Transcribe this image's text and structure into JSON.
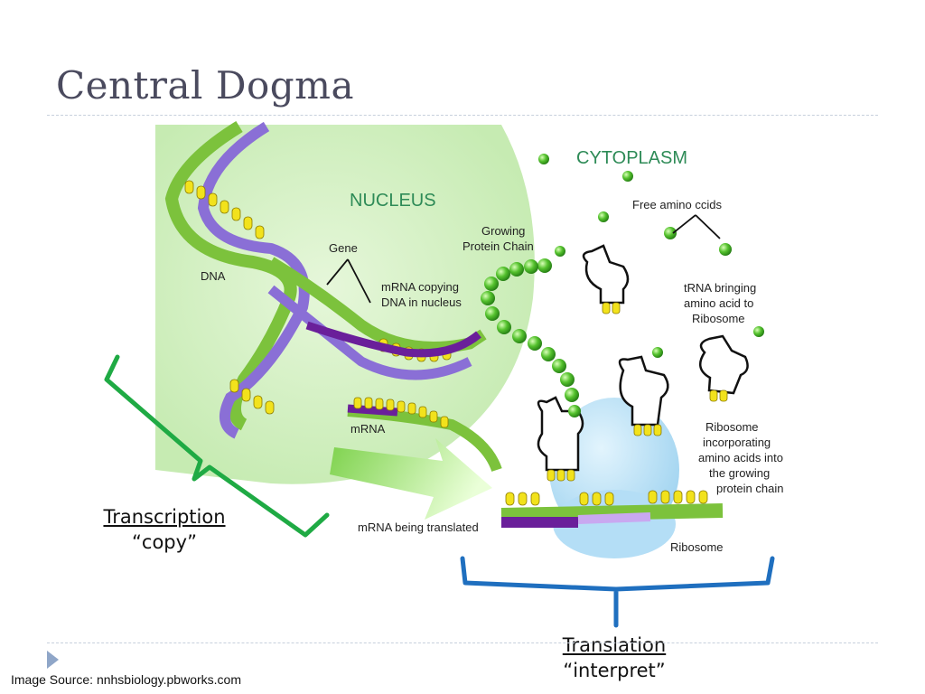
{
  "slide": {
    "title": "Central Dogma",
    "image_source": "Image Source: nnhsbiology.pbworks.com"
  },
  "diagram": {
    "nucleus_label": "NUCLEUS",
    "cytoplasm_label": "CYTOPLASM",
    "dna_label": "DNA",
    "gene_label": "Gene",
    "mrna_copying_line1": "mRNA copying",
    "mrna_copying_line2": "DNA in nucleus",
    "growing_line1": "Growing",
    "growing_line2": "Protein Chain",
    "free_amino": "Free amino ccids",
    "trna_line1": "tRNA bringing",
    "trna_line2": "amino acid to",
    "trna_line3": "Ribosome",
    "mrna_label": "mRNA",
    "ribo_line1": "Ribosome",
    "ribo_line2": "incorporating",
    "ribo_line3": "amino acids into",
    "ribo_line4": "the growing",
    "ribo_line5": "protein chain",
    "mrna_translated": "mRNA being translated",
    "ribosome_label": "Ribosome",
    "colors": {
      "nucleus": "#d4f0c4",
      "cytoplasm_text": "#2e8b57",
      "amino_acid": "#44bb22",
      "ribosome": "#bfe4f7",
      "dna_purple": "#8a6fd6",
      "dna_green": "#7cc23c",
      "base_yellow": "#f2e21c",
      "transcription_bracket": "#1faa44",
      "translation_bracket": "#1f6fbf"
    }
  },
  "captions": {
    "transcription_title": "Transcription",
    "transcription_sub": "“copy”",
    "translation_title": "Translation",
    "translation_sub": "“interpret”"
  }
}
